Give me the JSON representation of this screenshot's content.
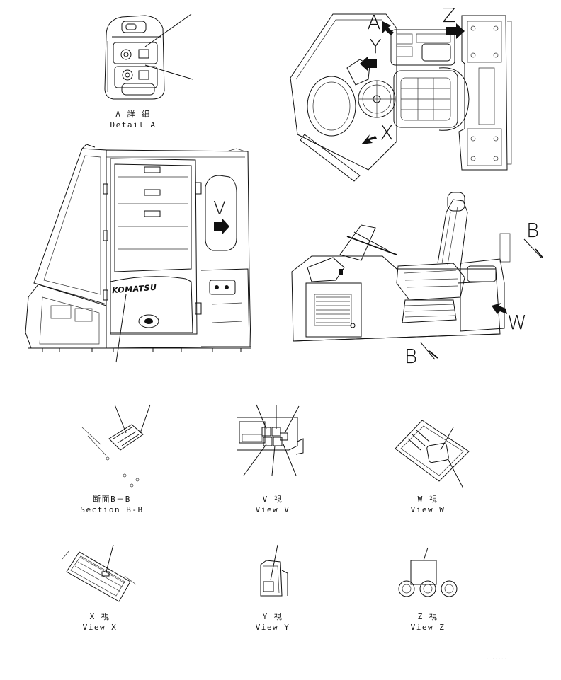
{
  "captions": {
    "detail_a": {
      "ja": "A 詳 細",
      "en": "Detail A"
    },
    "section_bb": {
      "ja": "断面B－B",
      "en": "Section B-B"
    },
    "view_v": {
      "ja": "V  視",
      "en": "View V"
    },
    "view_w": {
      "ja": "W  視",
      "en": "View W"
    },
    "view_x": {
      "ja": "X  視",
      "en": "View X"
    },
    "view_y": {
      "ja": "Y  視",
      "en": "View Y"
    },
    "view_z": {
      "ja": "Z  視",
      "en": "View Z"
    }
  },
  "view_letters": {
    "a": "A",
    "z": "Z",
    "y": "Y",
    "x": "X",
    "v": "V",
    "w": "W",
    "b_top": "B",
    "b_bottom": "B"
  },
  "brand_text": "KOMATSU",
  "footer_code": "· ·····"
}
